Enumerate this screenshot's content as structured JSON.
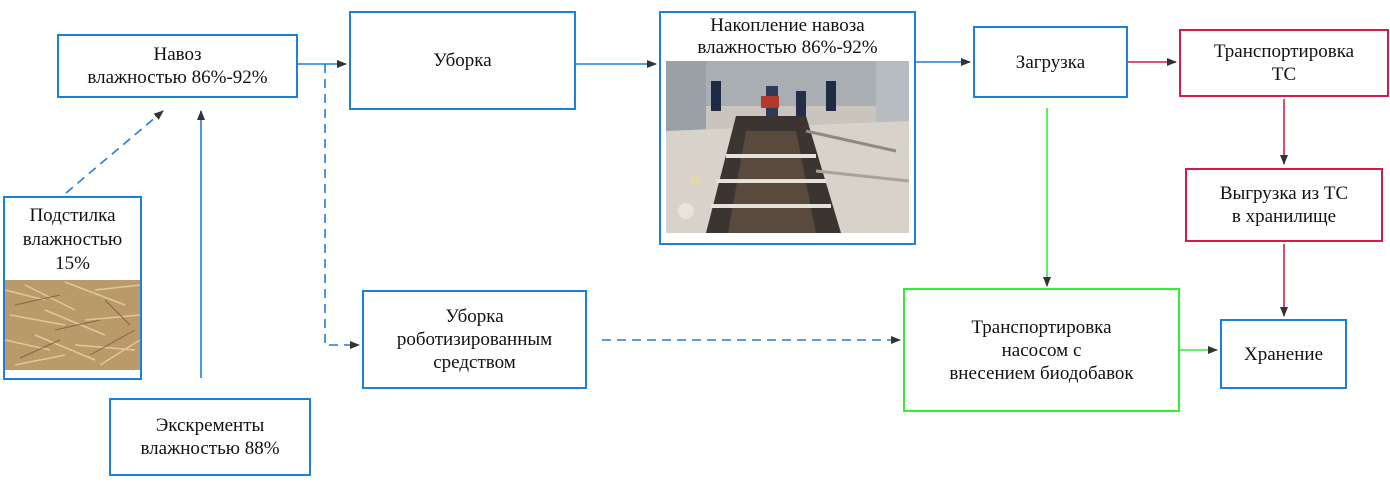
{
  "nodes": {
    "manure": "Навоз\nвлажностью 86%-92%",
    "cleaning": "Уборка",
    "accumulation": "Накопление навоза\nвлажностью 86%-92%",
    "loading": "Загрузка",
    "transport_vehicle": "Транспортировка\nТС",
    "unloading": "Выгрузка из ТС\nв хранилище",
    "bedding": "Подстилка\nвлажностью\n15%",
    "excrement": "Экскременты\nвлажностью 88%",
    "robot_cleaning": "Уборка\nроботизированным\nсредством",
    "pump_transport": "Транспортировка\nнасосом с\nвнесением биодобавок",
    "storage": "Хранение"
  },
  "images": {
    "bedding_photo": "straw-bedding-photo",
    "accumulation_photo": "manure-channel-photo"
  },
  "colors": {
    "blue_flow": "#1e7fd8",
    "green_flow": "#33ee33",
    "red_flow": "#d81a4a",
    "arrowhead": "#333333"
  }
}
